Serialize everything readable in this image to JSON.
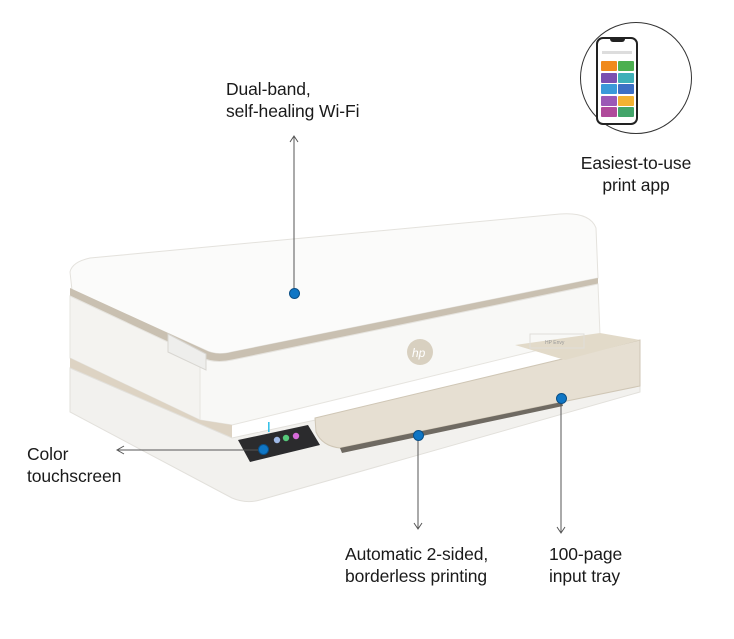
{
  "callouts": {
    "wifi": {
      "line1": "Dual-band,",
      "line2": "self-healing Wi-Fi"
    },
    "app": {
      "line1": "Easiest-to-use",
      "line2": "print app"
    },
    "touchscreen": {
      "line1": "Color",
      "line2": "touchscreen"
    },
    "duplex": {
      "line1": "Automatic 2-sided,",
      "line2": "borderless printing"
    },
    "tray": {
      "line1": "100-page",
      "line2": "input tray"
    }
  },
  "product": {
    "brand_logo": "hp",
    "model_badge": "HP Envy"
  },
  "colors": {
    "accent_dot": "#0f76c5",
    "body": "#f3f2ef",
    "trim": "#d8cfbf"
  },
  "app_tiles": [
    "#f08a1c",
    "#4caf50",
    "#7b4fb0",
    "#3fb0b8",
    "#3a9ad9",
    "#3d6fc4",
    "#9b59b6",
    "#f2b233",
    "#b04a9b",
    "#43a56a"
  ]
}
